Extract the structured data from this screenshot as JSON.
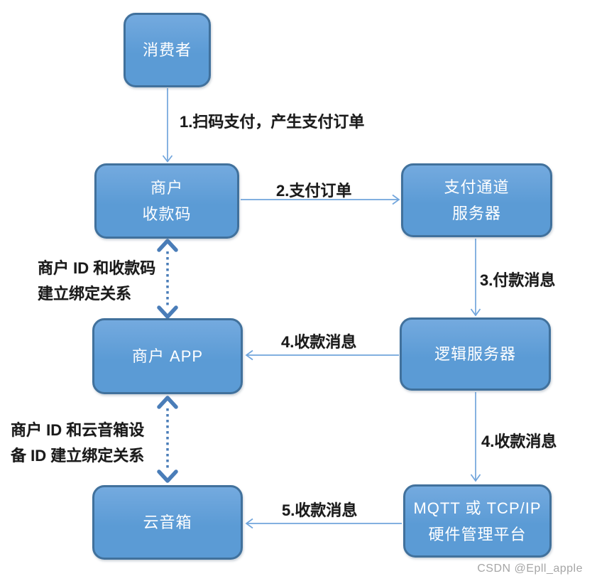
{
  "diagram": {
    "nodes": {
      "consumer": {
        "line1": "消费者"
      },
      "merchant_code": {
        "line1": "商户",
        "line2": "收款码"
      },
      "payment_channel": {
        "line1": "支付通道",
        "line2": "服务器"
      },
      "merchant_app": {
        "line1": "商户 APP"
      },
      "logic_server": {
        "line1": "逻辑服务器"
      },
      "cloud_speaker": {
        "line1": "云音箱"
      },
      "mqtt_platform": {
        "line1": "MQTT 或 TCP/IP",
        "line2": "硬件管理平台"
      }
    },
    "labels": {
      "step1": "1.扫码支付，产生支付订单",
      "step2": "2.支付订单",
      "step3": "3.付款消息",
      "step4_horizontal": "4.收款消息",
      "step4_vertical": "4.收款消息",
      "step5": "5.收款消息",
      "bind1_line1": "商户 ID 和收款码",
      "bind1_line2": "建立绑定关系",
      "bind2_line1": "商户 ID 和云音箱设",
      "bind2_line2": "备 ID 建立绑定关系"
    },
    "colors": {
      "node_fill_top": "#74aadf",
      "node_fill": "#5b9bd5",
      "node_border": "#41719c",
      "node_text": "#ffffff",
      "arrow": "#71a5dc",
      "dashed_arrow": "#4a7db8",
      "label_text": "#1a1a1a",
      "watermark": "#a6a6a6"
    },
    "watermark": "CSDN @Epll_apple"
  }
}
